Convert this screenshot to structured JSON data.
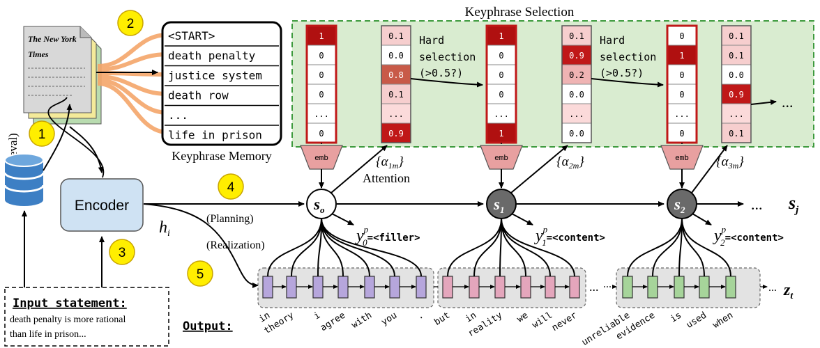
{
  "keyphrase_selection": {
    "title": "Keyphrase Selection"
  },
  "newspaper": {
    "masthead_line1": "The New York",
    "masthead_line2": "Times"
  },
  "retrieval_label": "(Retrieval)",
  "keyphrase_memory": {
    "caption": "Keyphrase Memory",
    "items": [
      "<START>",
      "death penalty",
      "justice system",
      "death row",
      "...",
      "life in prison"
    ]
  },
  "encoder": {
    "label": "Encoder",
    "hidden": "h",
    "hidden_sub": "i"
  },
  "steps": {
    "one": "1",
    "two": "2",
    "three": "3",
    "four": "4",
    "five": "5"
  },
  "input_statement": {
    "title": "Input statement:",
    "line1": "death penalty is more rational",
    "line2": "than life in prison..."
  },
  "labels": {
    "planning": "(Planning)",
    "realization": "(Realization)",
    "attention": "Attention",
    "output": "Output:",
    "hard_selection_1": "Hard",
    "hard_selection_2": "selection",
    "hard_selection_3": "(>0.5?)",
    "emb": "emb",
    "ellipsis": "...",
    "sj": "s",
    "sj_sub": "j",
    "zt": "z",
    "zt_sub": "t"
  },
  "states": [
    {
      "symbol": "s",
      "sub": "o"
    },
    {
      "symbol": "s",
      "sub": "1"
    },
    {
      "symbol": "s",
      "sub": "2"
    }
  ],
  "attention_labels": [
    {
      "open": "{α",
      "sub": "1m",
      "close": "}"
    },
    {
      "open": "{α",
      "sub": "2m",
      "close": "}"
    },
    {
      "open": "{α",
      "sub": "3m",
      "close": "}"
    }
  ],
  "plan_outputs": [
    {
      "y": "y",
      "sup": "p",
      "sub": "0",
      "value": "=<filler>"
    },
    {
      "y": "y",
      "sup": "p",
      "sub": "1",
      "value": "=<content>"
    },
    {
      "y": "y",
      "sup": "p",
      "sub": "2",
      "value": "=<content>"
    }
  ],
  "selection_vectors": [
    [
      "1",
      "0",
      "0",
      "0",
      "...",
      "0"
    ],
    [
      "1",
      "0",
      "0",
      "0",
      "...",
      "1"
    ],
    [
      "0",
      "1",
      "0",
      "0",
      "...",
      "0"
    ]
  ],
  "attention_vectors": [
    [
      "0.1",
      "0.0",
      "0.8",
      "0.1",
      "...",
      "0.9"
    ],
    [
      "0.1",
      "0.9",
      "0.2",
      "0.0",
      "...",
      "0.0"
    ],
    [
      "0.1",
      "0.1",
      "0.0",
      "0.9",
      "...",
      "0.1"
    ]
  ],
  "output_words": [
    [
      "in",
      "theory",
      "i",
      "agree",
      "with",
      "you",
      "."
    ],
    [
      "but",
      "in",
      "reality",
      "we",
      "will",
      "never"
    ],
    [
      "unreliable",
      "evidence",
      "is",
      "used",
      "when"
    ]
  ],
  "colors": {
    "selection_bg": "#d9ecd0",
    "selection_border": "#3d9a3d",
    "memory_fill": "#f5a66a",
    "encoder_fill": "#cfe2f3",
    "step_circle": "#ffee00",
    "dark_red": "#b01010",
    "purple_cell": "#b6a6dc",
    "pink_cell": "#e4a6bc",
    "green_cell": "#a6d49a",
    "emb_fill": "#e8a0a0",
    "state_dark": "#666666"
  }
}
